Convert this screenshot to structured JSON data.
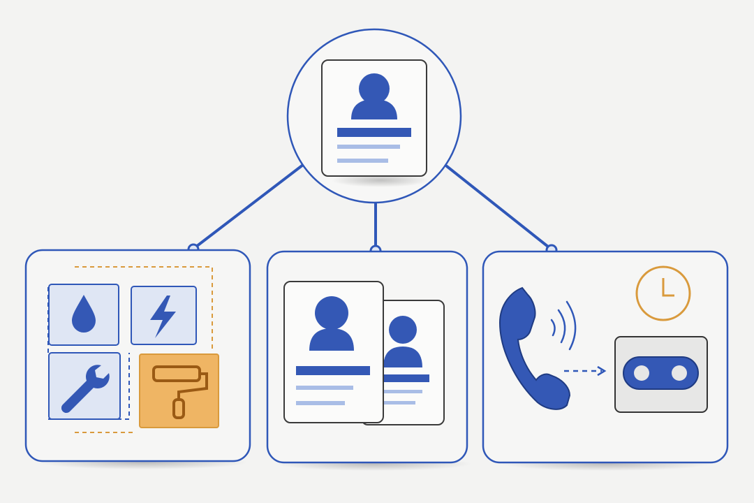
{
  "diagram": {
    "root": {
      "icon": "contact-card-icon"
    },
    "branches": [
      {
        "id": "services",
        "icons": [
          "water-drop-icon",
          "lightning-bolt-icon",
          "wrench-icon",
          "paint-roller-icon"
        ]
      },
      {
        "id": "contacts",
        "icons": [
          "contact-card-icon",
          "contact-card-icon"
        ]
      },
      {
        "id": "calls",
        "icons": [
          "phone-handset-icon",
          "sound-waves-icon",
          "clock-icon",
          "voicemail-icon"
        ]
      }
    ]
  },
  "colors": {
    "background": "#f3f3f2",
    "primary_blue": "#3458b5",
    "line_blue": "#2f57b8",
    "light_blue": "#a9bde6",
    "pale_blue_fill": "#dfe6f4",
    "accent_orange": "#d99a3c",
    "orange_fill": "#efb564",
    "card_fill": "#fbfbfa",
    "card_border": "#3a3a3a"
  }
}
